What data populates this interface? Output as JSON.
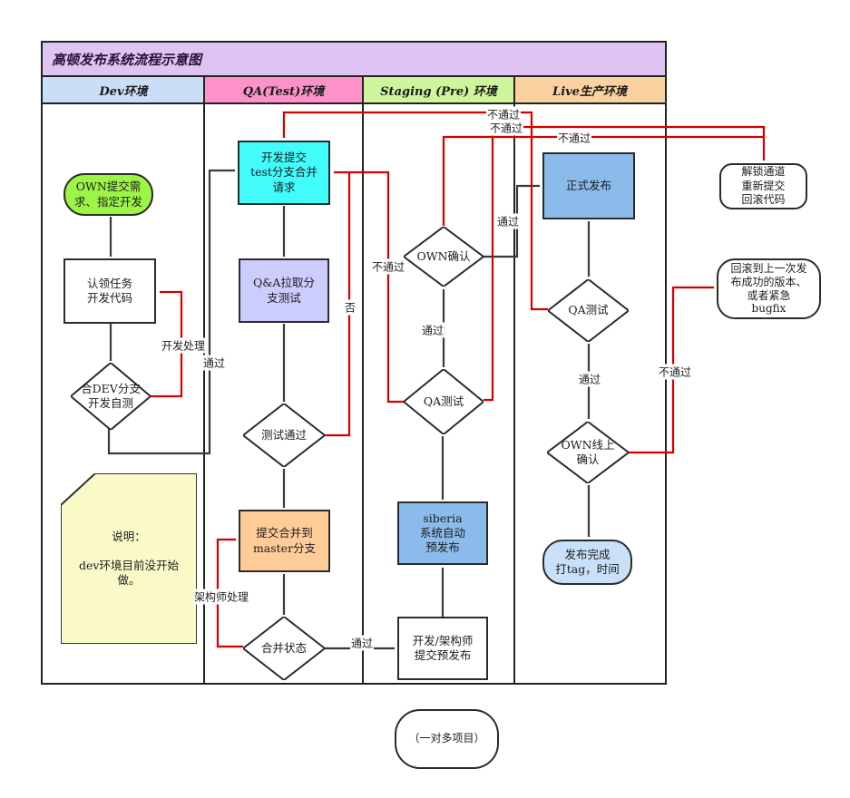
{
  "title": "高顿发布系统流程示意图",
  "lanes": [
    {
      "label": "Dev环境",
      "color": "#C9DFF7"
    },
    {
      "label": "QA(Test)环境",
      "color": "#FC92C8"
    },
    {
      "label": "Staging (Pre) 环境",
      "color": "#CDF59B"
    },
    {
      "label": "Live生产环境",
      "color": "#FAD2A0"
    }
  ],
  "nodes": {
    "start": {
      "label": "OWN提交需\n求、指定开发",
      "shape": "rounded",
      "color": "#9CF545"
    },
    "claim": {
      "label": "认领任务\n开发代码",
      "shape": "rect",
      "color": "#FFFFFF"
    },
    "dev_merge": {
      "label": "合DEV分支\n开发自测",
      "shape": "diamond",
      "color": "#FFFFFF"
    },
    "note": {
      "label": "说明：\n\ndev环境目前没开始\n做。",
      "shape": "note",
      "color": "#FAFAC8"
    },
    "submit_merge": {
      "label": "开发提交\ntest分支合并\n请求",
      "shape": "rect",
      "color": "#42FBFB"
    },
    "qa_pull": {
      "label": "Q&A拉取分\n支测试",
      "shape": "rect",
      "color": "#CCCCFE"
    },
    "test_pass": {
      "label": "测试通过",
      "shape": "diamond",
      "color": "#FFFFFF"
    },
    "merge_master": {
      "label": "提交合并到\nmaster分支",
      "shape": "rect",
      "color": "#FFCC99"
    },
    "merge_status": {
      "label": "合并状态",
      "shape": "diamond",
      "color": "#FFFFFF"
    },
    "own_confirm": {
      "label": "OWN确认",
      "shape": "diamond",
      "color": "#FFFFFF"
    },
    "qa_test_staging": {
      "label": "QA测试",
      "shape": "diamond",
      "color": "#FFFFFF"
    },
    "siberia": {
      "label": "siberia\n系统自动\n预发布",
      "shape": "rect",
      "color": "#8BBBEB"
    },
    "pre_release": {
      "label": "开发/架构师\n提交预发布",
      "shape": "rect",
      "color": "#FFFFFF"
    },
    "formal_release": {
      "label": "正式发布",
      "shape": "rect",
      "color": "#8BBBEB"
    },
    "qa_test_live": {
      "label": "QA测试",
      "shape": "diamond",
      "color": "#FFFFFF"
    },
    "own_online": {
      "label": "OWN线上\n确认",
      "shape": "diamond",
      "color": "#FFFFFF"
    },
    "done": {
      "label": "发布完成\n打tag，时间",
      "shape": "rounded",
      "color": "#C8E1F8"
    },
    "unlock": {
      "label": "解锁通道\n重新提交\n回滚代码",
      "shape": "rounded",
      "color": "#FFFFFF"
    },
    "rollback": {
      "label": "回滚到上一次发\n布成功的版本、\n或者紧急\nbugfix",
      "shape": "rounded",
      "color": "#FFFFFF"
    },
    "multi_project": {
      "label": "（一对多项目）",
      "shape": "rounded",
      "color": "#FFFFFF"
    }
  },
  "edge_labels": {
    "dev_rework": "开发处理",
    "dev_pass": "通过",
    "test_no": "否",
    "arch_handle": "架构师处理",
    "merge_pass": "通过",
    "staging_qa_pass": "通过",
    "own_pass": "通过",
    "live_qa_fail": "不通过",
    "staging_qa_fail_r": "不通过",
    "own_fail": "不通过",
    "staging_qa_fail_l": "不通过",
    "live_qa_pass": "通过",
    "own_online_fail": "不通过"
  },
  "colors": {
    "fail_line": "#D40000",
    "flow_line": "#3A3A3A",
    "title_bg": "#DFC3F2",
    "note_yellow": "#FAFAC8"
  }
}
